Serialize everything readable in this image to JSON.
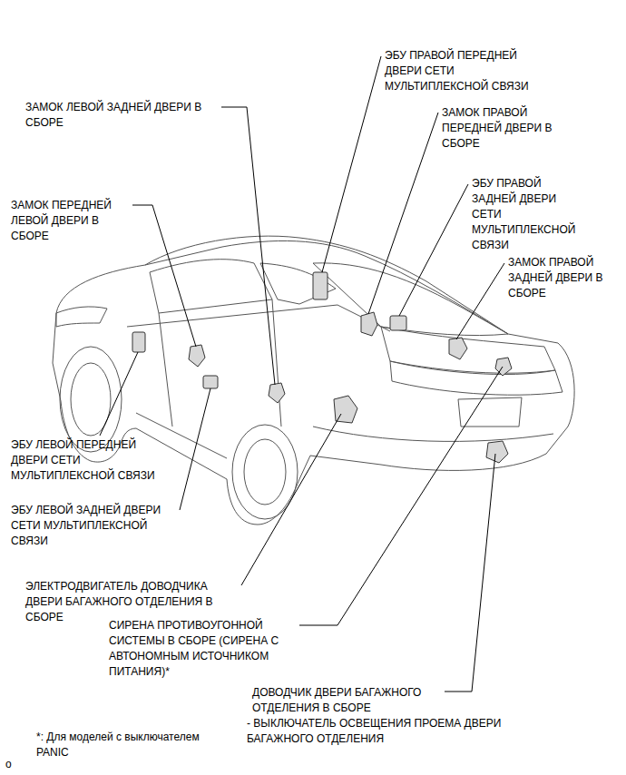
{
  "diagram": {
    "labels": [
      "ЭБУ ПРАВОЙ ПЕРЕДНЕЙ ДВЕРИ СЕТИ МУЛЬТИПЛЕКСНОЙ СВЯЗИ",
      "ЗАМОК ЛЕВОЙ ЗАДНЕЙ ДВЕРИ В СБОРЕ",
      "ЗАМОК ПРАВОЙ ПЕРЕДНЕЙ ДВЕРИ В СБОРЕ",
      "ЭБУ ПРАВОЙ ЗАДНЕЙ ДВЕРИ СЕТИ МУЛЬТИПЛЕКСНОЙ СВЯЗИ",
      "ЗАМОК ПЕРЕДНЕЙ ЛЕВОЙ ДВЕРИ В СБОРЕ",
      "ЗАМОК ПРАВОЙ ЗАДНЕЙ ДВЕРИ В СБОРЕ",
      "ЭБУ ЛЕВОЙ ПЕРЕДНЕЙ ДВЕРИ СЕТИ МУЛЬТИПЛЕКСНОЙ СВЯЗИ",
      "ЭБУ ЛЕВОЙ ЗАДНЕЙ ДВЕРИ СЕТИ МУЛЬТИПЛЕКСНОЙ СВЯЗИ",
      "ЭЛЕКТРОДВИГАТЕЛЬ ДОВОДЧИКА ДВЕРИ БАГАЖНОГО ОТДЕЛЕНИЯ В СБОРЕ",
      "СИРЕНА ПРОТИВОУГОННОЙ СИСТЕМЫ В СБОРЕ (СИРЕНА С АВТОНОМНЫМ ИСТОЧНИКОМ ПИТАНИЯ)*",
      "ДОВОДЧИК ДВЕРИ БАГАЖНОГО ОТДЕЛЕНИЯ В СБОРЕ",
      "- ВЫКЛЮЧАТЕЛЬ ОСВЕЩЕНИЯ ПРОЕМА ДВЕРИ БАГАЖНОГО ОТДЕЛЕНИЯ",
      "*: Для моделей с выключателем PANIC",
      "o"
    ]
  }
}
